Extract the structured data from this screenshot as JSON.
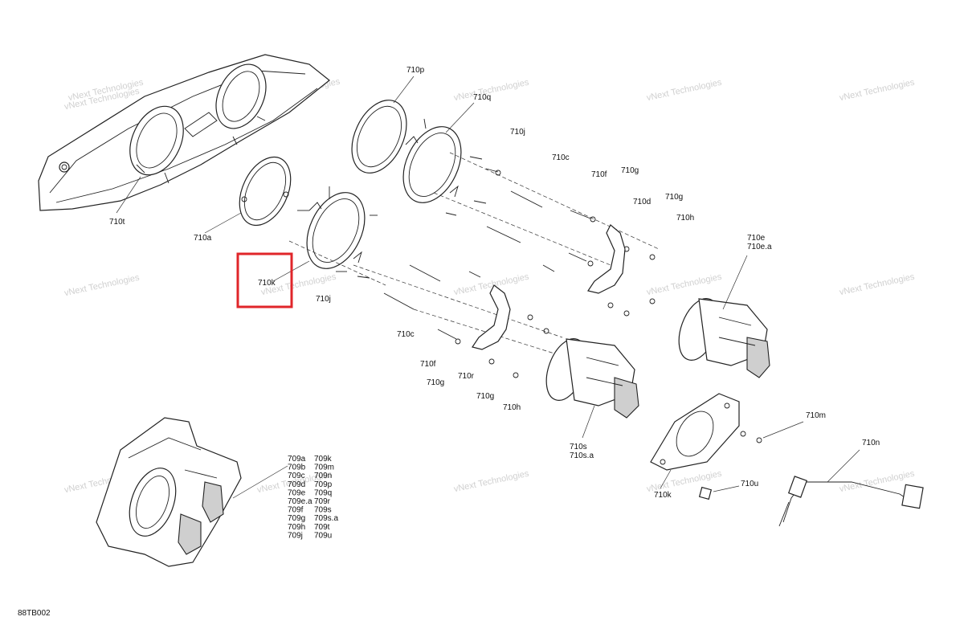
{
  "drawing_code": "88TB002",
  "watermark": "vNext Technologies",
  "highlight_color": "#e0262a",
  "callouts": {
    "c710p": "710p",
    "c710q": "710q",
    "c710j_top": "710j",
    "c710c_top": "710c",
    "c710f_top": "710f",
    "c710g_top1": "710g",
    "c710d": "710d",
    "c710g_top2": "710g",
    "c710h_top": "710h",
    "c710e": "710e",
    "c710ea": "710e.a",
    "c710t": "710t",
    "c710a": "710a",
    "c710k_hl": "710k",
    "c710j_mid": "710j",
    "c710c_mid": "710c",
    "c710f_mid": "710f",
    "c710g_mid1": "710g",
    "c710r": "710r",
    "c710g_mid2": "710g",
    "c710h_mid": "710h",
    "c710s": "710s",
    "c710sa": "710s.a",
    "c710m": "710m",
    "c710n": "710n",
    "c710u": "710u",
    "c710k_low": "710k"
  },
  "assembly_refs": {
    "col1": [
      "709a",
      "709b",
      "709c",
      "709d",
      "709e",
      "709e.a",
      "709f",
      "709g",
      "709h",
      "709j"
    ],
    "col2": [
      "709k",
      "709m",
      "709n",
      "709p",
      "709q",
      "709r",
      "709s",
      "709s.a",
      "709t",
      "709u"
    ]
  }
}
